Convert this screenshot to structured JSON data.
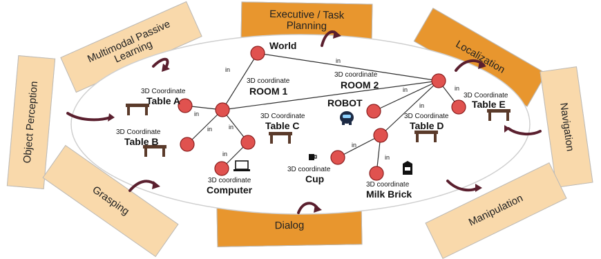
{
  "modules": {
    "executive": "Executive / Task Planning",
    "passive": "Multimodal Passive Learning",
    "localization": "Localization",
    "perception": "Object Perception",
    "navigation": "Navigation",
    "grasping": "Grasping",
    "manipulation": "Manipulation",
    "dialog": "Dialog"
  },
  "graph": {
    "world": "World",
    "room1_caption": "3D coordinate",
    "room1": "ROOM 1",
    "room2_caption": "3D coordinate",
    "room2": "ROOM 2",
    "robot": "ROBOT",
    "tableA_caption": "3D Coordinate",
    "tableA": "Table A",
    "tableB_caption": "3D Coordinate",
    "tableB": "Table B",
    "tableC_caption": "3D Coordinate",
    "tableC": "Table C",
    "tableD_caption": "3D Coordinate",
    "tableD": "Table D",
    "tableE_caption": "3D Coordinate",
    "tableE": "Table E",
    "computer_caption": "3D coordinate",
    "computer": "Computer",
    "cup_caption": "3D coordinate",
    "cup": "Cup",
    "milk_caption": "3D coordinate",
    "milk": "Milk Brick",
    "edge_label": "in"
  },
  "colors": {
    "module_dark": "#e8962e",
    "module_light": "#f9d9ab",
    "node_fill": "#e0524f",
    "arrow": "#5a1f2e"
  }
}
